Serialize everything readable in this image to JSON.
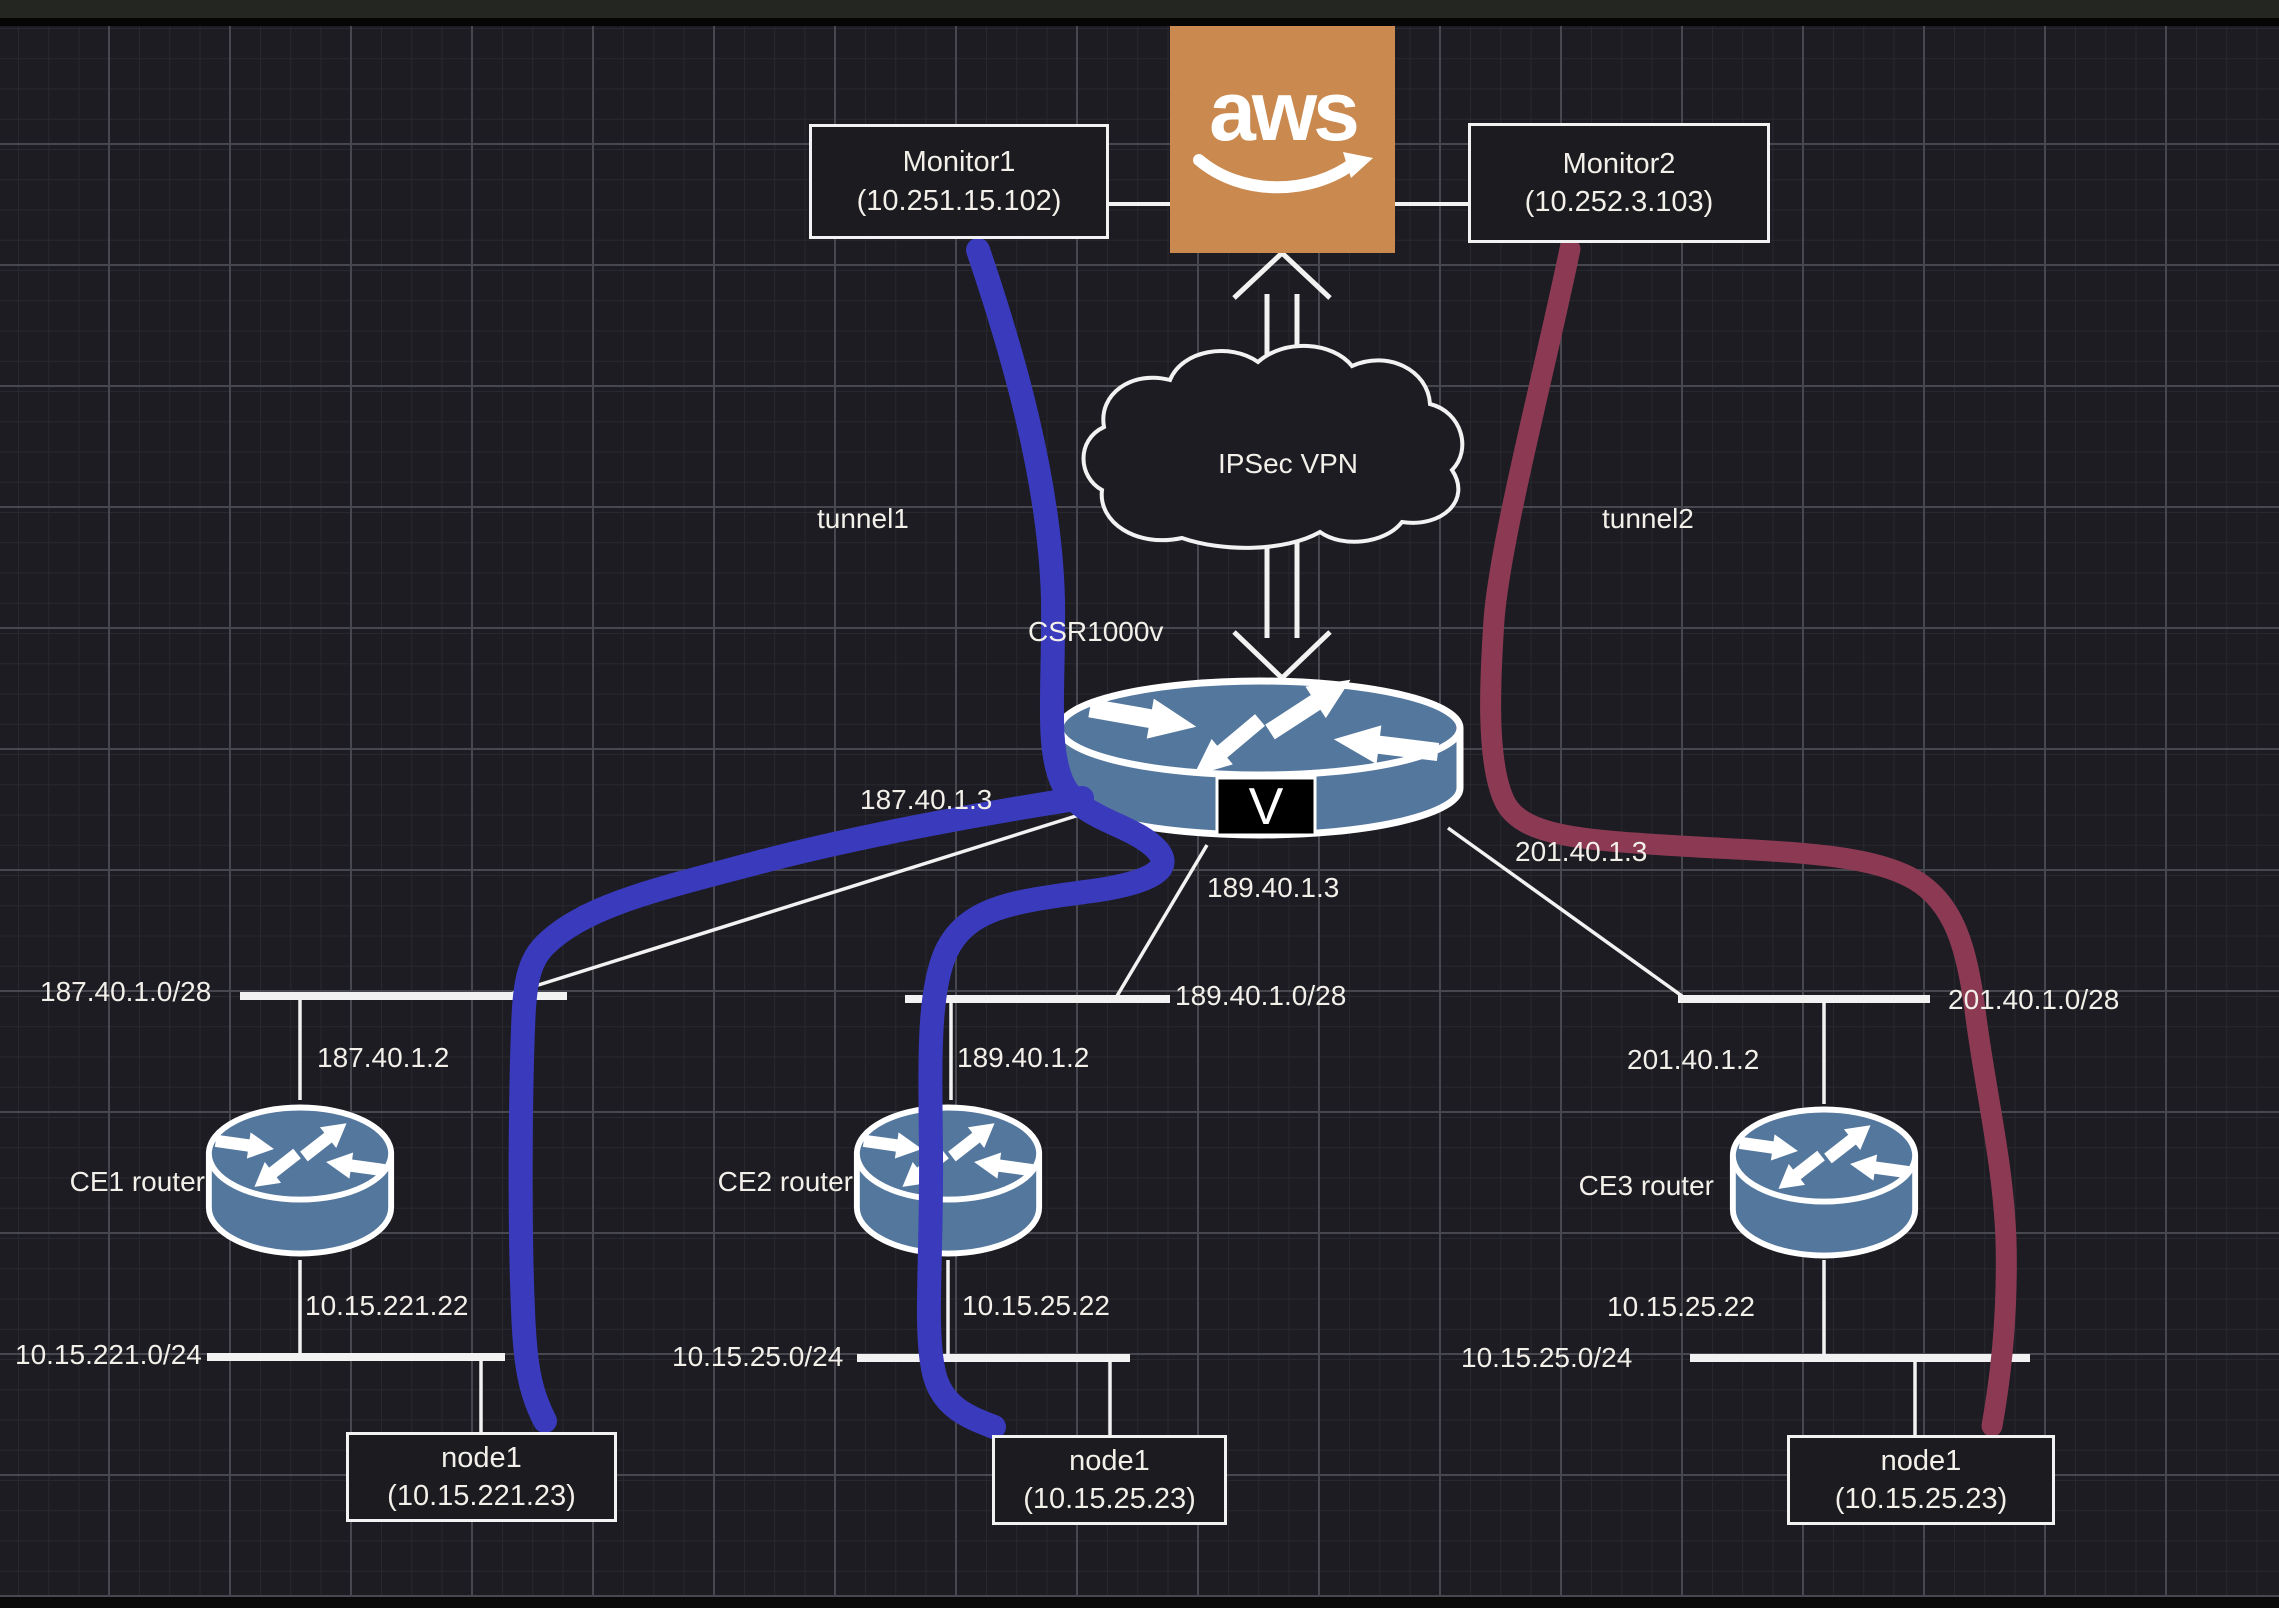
{
  "aws": {
    "label": "aws"
  },
  "cloud": {
    "label": "IPSec VPN"
  },
  "csr": {
    "label": "CSR1000v",
    "badge": "V"
  },
  "monitors": [
    {
      "name": "Monitor1",
      "ip": "(10.251.15.102)"
    },
    {
      "name": "Monitor2",
      "ip": "(10.252.3.103)"
    }
  ],
  "tunnels": [
    {
      "label": "tunnel1",
      "color": "#3a3abc"
    },
    {
      "label": "tunnel2",
      "color": "#8c3a53"
    }
  ],
  "csr_interfaces": [
    "187.40.1.3",
    "189.40.1.3",
    "201.40.1.3"
  ],
  "branches": [
    {
      "subnet": "187.40.1.0/28",
      "ce_wan_ip": "187.40.1.2",
      "ce_name": "CE1 router",
      "ce_lan_ip": "10.15.221.22",
      "lan_subnet": "10.15.221.0/24",
      "node_name": "node1",
      "node_ip": "(10.15.221.23)"
    },
    {
      "subnet": "189.40.1.0/28",
      "ce_wan_ip": "189.40.1.2",
      "ce_name": "CE2 router",
      "ce_lan_ip": "10.15.25.22",
      "lan_subnet": "10.15.25.0/24",
      "node_name": "node1",
      "node_ip": "(10.15.25.23)"
    },
    {
      "subnet": "201.40.1.0/28",
      "ce_wan_ip": "201.40.1.2",
      "ce_name": "CE3 router",
      "ce_lan_ip": "10.15.25.22",
      "lan_subnet": "10.15.25.0/24",
      "node_name": "node1",
      "node_ip": "(10.15.25.23)"
    }
  ],
  "colors": {
    "background": "#1c1c22",
    "grid_minor": "#28282f",
    "grid_major": "#47474f",
    "aws_orange": "#c9894f",
    "router_fill": "#54779e",
    "line_white": "#f2f2f2",
    "tunnel1_blue": "#3a3abc",
    "tunnel2_maroon": "#8c3a53"
  }
}
